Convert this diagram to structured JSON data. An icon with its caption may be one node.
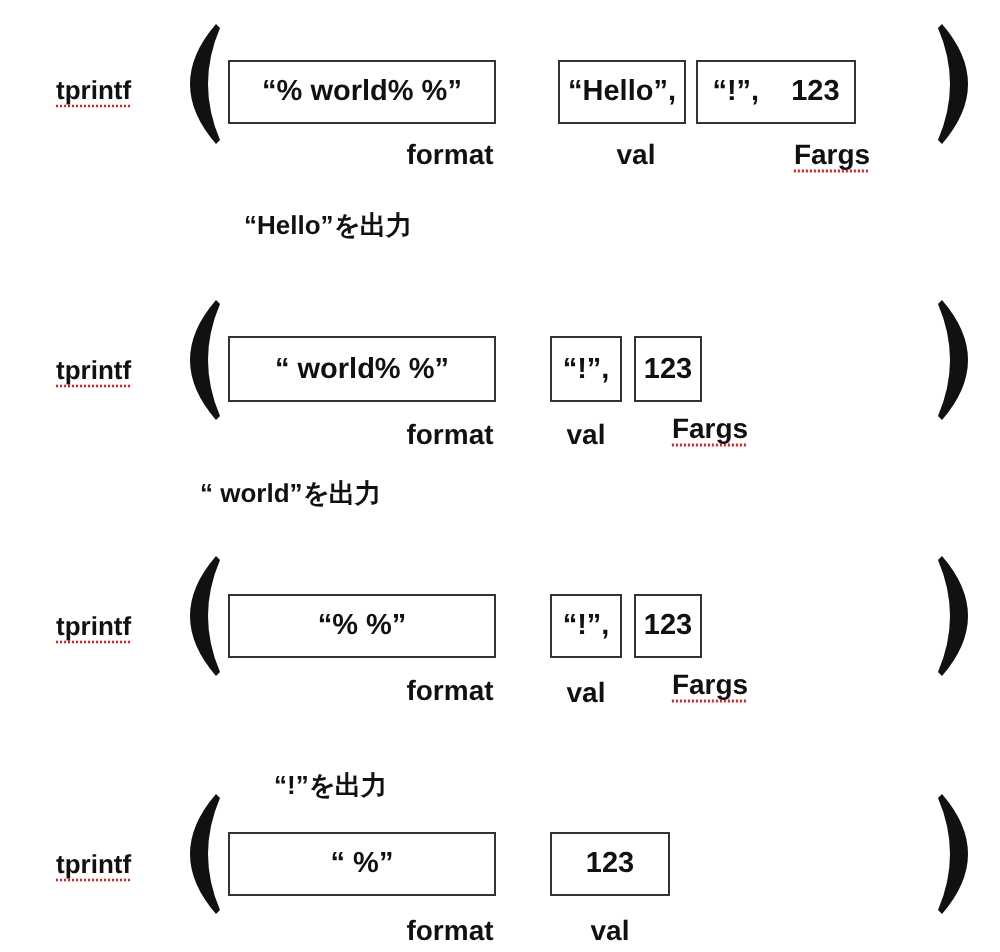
{
  "diagram": {
    "nodes": [
      {
        "text": [
          "“% world% %”"
        ],
        "beside": [
          "format"
        ]
      },
      {
        "text": [
          "“Hello”,"
        ],
        "beside": [
          "val"
        ]
      },
      {
        "text": [
          "“!”, 123"
        ],
        "beside": [
          "Fargs"
        ]
      },
      {
        "text": [
          "“ world% %”"
        ],
        "beside": [
          "format"
        ]
      },
      {
        "text": [
          "“!”,"
        ],
        "beside": [
          "val"
        ]
      },
      {
        "text": [
          "123"
        ],
        "beside": [
          "Fargs"
        ]
      },
      {
        "text": [
          "“% %”"
        ],
        "beside": [
          "format"
        ]
      },
      {
        "text": [
          "“!”,"
        ],
        "beside": [
          "val"
        ]
      },
      {
        "text": [
          "123"
        ],
        "beside": [
          "Fargs"
        ]
      },
      {
        "text": [
          "“ %”"
        ],
        "beside": [
          "format"
        ]
      },
      {
        "text": [
          "123"
        ],
        "beside": [
          "val"
        ]
      }
    ],
    "labels": [
      "tprintf",
      "“Hello”を出力",
      "tprintf",
      "“ world”を出力",
      "tprintf",
      "“!”を出力",
      "tprintf"
    ]
  }
}
